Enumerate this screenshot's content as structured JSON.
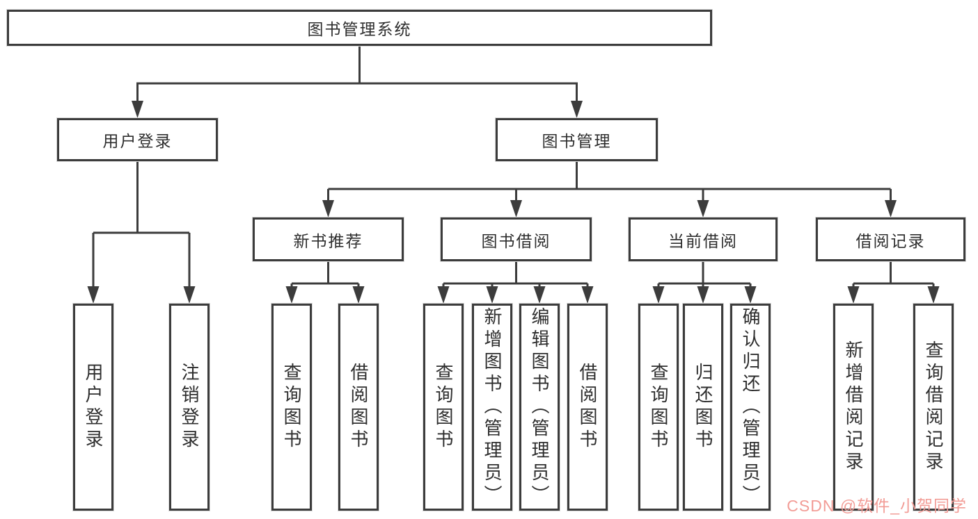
{
  "diagram": {
    "root": {
      "label": "图书管理系统"
    },
    "branches": [
      {
        "label": "用户登录",
        "children": [
          {
            "label": "用户登录"
          },
          {
            "label": "注销登录"
          }
        ]
      },
      {
        "label": "图书管理",
        "children": [
          {
            "label": "新书推荐",
            "children": [
              {
                "label": "查询图书"
              },
              {
                "label": "借阅图书"
              }
            ]
          },
          {
            "label": "图书借阅",
            "children": [
              {
                "label": "查询图书"
              },
              {
                "label": "新增图书（管理员）"
              },
              {
                "label": "编辑图书（管理员）"
              },
              {
                "label": "借阅图书"
              }
            ]
          },
          {
            "label": "当前借阅",
            "children": [
              {
                "label": "查询图书"
              },
              {
                "label": "归还图书"
              },
              {
                "label": "确认归还（管理员）"
              }
            ]
          },
          {
            "label": "借阅记录",
            "children": [
              {
                "label": "新增借阅记录"
              },
              {
                "label": "查询借阅记录"
              }
            ]
          }
        ]
      }
    ]
  },
  "watermark": {
    "text": "CSDN @软件_小贺同学",
    "color": "#f29c96"
  },
  "colors": {
    "line": "#3c3c3c",
    "box_border": "#3c3c3c",
    "text": "#2e2e2e",
    "background": "#ffffff"
  }
}
